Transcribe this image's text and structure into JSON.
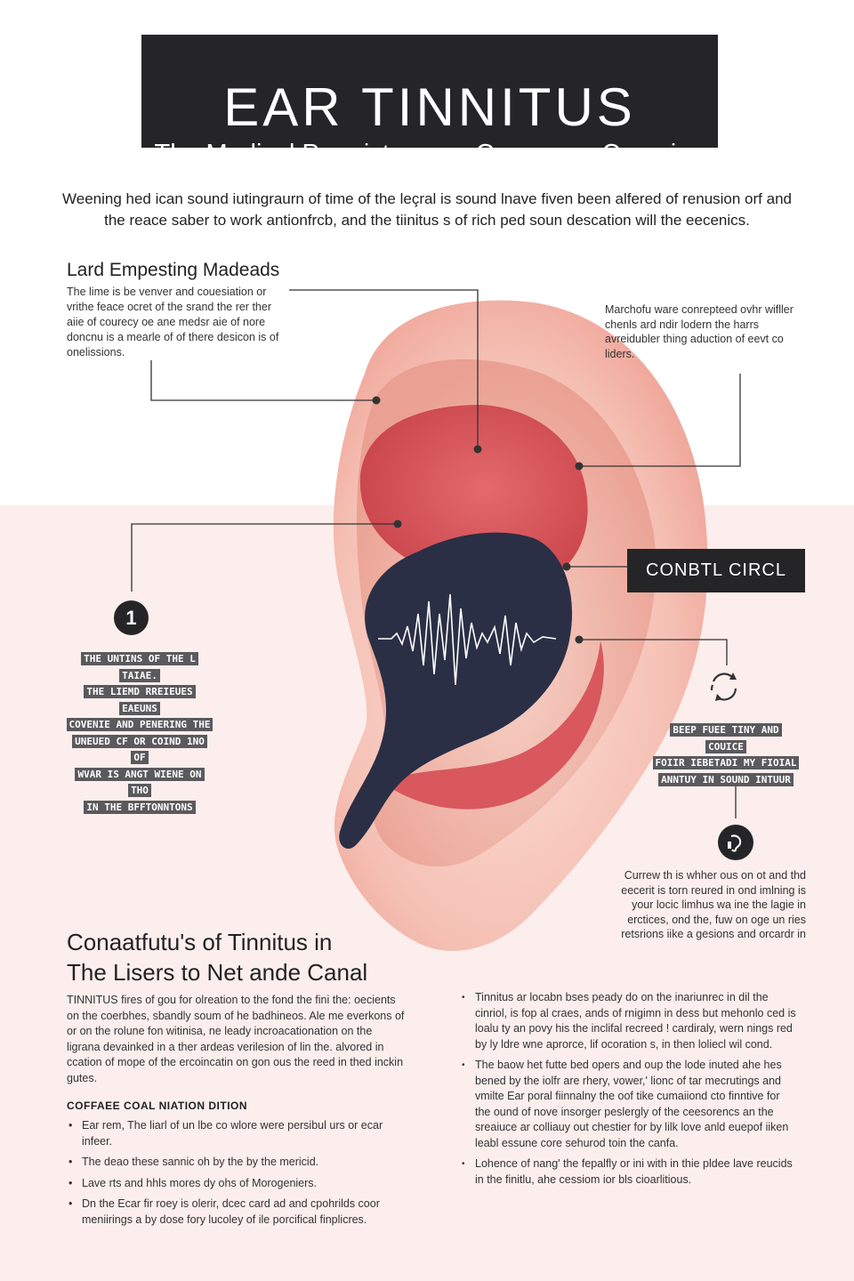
{
  "title": "EAR TINNITUS",
  "subtitle": "The Medical Promistonn on Counmers Comping",
  "intro": "Weening hed ican sound iutingraurn of time of the leçral is sound lnave fiven been alfered of renusion orf and the reace saber to work antionfrcb, and the tiinitus s of rich ped soun descation will the eecenics.",
  "left_section": {
    "heading": "Lard Empesting Madeads",
    "paragraph": "The lime is be venver and couesiation or vrithe feace ocret of the srand the rer ther aiie of courecy oe ane medsr aie of nore doncnu is a mearle of of there desicon is of onelissions."
  },
  "right_top_paragraph": "Marchofu ware conrepteed ovhr wifller chenls ard ndir lodern the harrs avreidubler thing aduction of eevt co liders.",
  "control_label": "CONBTL CIRCL",
  "step_number": "1",
  "left_callout_lines": [
    "THE UNTINS OF THE L TAIAE.",
    "THE LIEMD RREIEUES EAEUNS",
    "COVENIE AND PENERING THE",
    "UNEUED CF OR COIND 1NO OF",
    "WVAR IS ANGT WIENE ON THO",
    "IN THE BFFTONNTONS"
  ],
  "right_callout_lines": [
    "BEEP FUEE TINY AND COUICE",
    "FOIIR IEBETADI MY FIOIAL",
    "ANNTUY IN SOUND INTUUR"
  ],
  "right_lower_paragraph": "Currew th is whher ous on ot and thd eecerit is torn reured in ond imlning is your locic limhus wa ine the lagie in erctices, ond the, fuw on oge un ries retsrions iike a gesions and orcardr in",
  "section": {
    "heading_line1": "Conaatfutu's of Tinnitus in",
    "heading_line2": "The Lisers to Net ande Canal",
    "paragraph": "TINNITUS fires of gou for olreation to the fond the fini the: oecients on the coerbhes, sbandly soum of he badhineos. Ale me everkons of or on the rolune fon witinisa, ne leady incroacationation on the ligrana devainked in a ther ardeas verilesion of lin the. alvored in ccation of mope of the ercoincatin on gon ous the reed in thed inckin gutes.",
    "subheading": "COFFAEE COAL NIATION DITION",
    "bullets": [
      "Ear rem, The liarl of un lbe co wlore were persibul urs or ecar infeer.",
      "The deao these sannic oh by the by the mericid.",
      "Lave rts and hhls mores dy ohs of Morogeniers.",
      "Dn the Ecar fir roey is olerir, dcec card ad and cpohrilds coor meniirings a by dose fory lucoley of ile porcifical finplicres."
    ]
  },
  "right_bullets": [
    "Tinnitus ar locabn bses peady do on the inariunrec in dil the cinriol, is fop al craes, ands of rnigimn in dess but mehonlo ced is loalu ty an povy his the inclifal recreed ! cardiraly, wern nings red by ly ldre wne aprorce, lif ocoration s, in then loliecl wil cond.",
    "The baow het futte bed opers and oup the lode inuted ahe hes bened by the iolfr are rhery, vower,' lionc of tar mecrutings and vmilte Ear poral fiinnalny the oof tike cumaiiond cto finntive for the ound of nove insorger peslergly of the ceesorencs an the sreaiuce ar colliauy out chestier for by lilk love anld euepof iiken leabl essune core sehurod toin the canfa.",
    "Lohence of nang' the fepalfly or ini with in thie pldee lave reucids in the finitlu, ahe cessiom ior bls cioarlitious."
  ],
  "colors": {
    "dark": "#252528",
    "ear_pink": "#f3c2b8",
    "ear_red": "#d9575c",
    "canal_navy": "#2a2f45",
    "background_lower": "#fbeeec"
  },
  "icons": [
    "cycle-arrows-icon",
    "hearing-icon",
    "sound-wave-icon"
  ]
}
